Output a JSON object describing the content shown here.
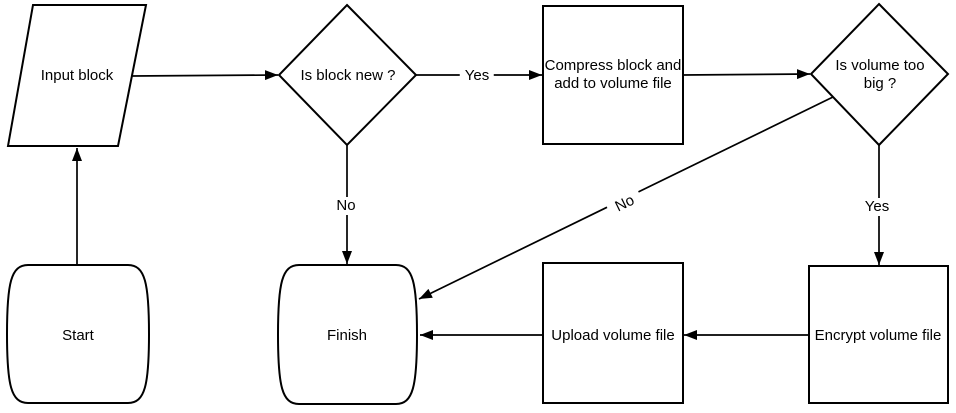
{
  "diagram": {
    "type": "flowchart",
    "background_color": "#ffffff",
    "stroke_color": "#000000",
    "nodes": [
      {
        "id": "input-block",
        "type": "parallelogram",
        "label": "Input block"
      },
      {
        "id": "is-block-new",
        "type": "decision",
        "label": "Is block new ?"
      },
      {
        "id": "compress-block",
        "type": "process",
        "label": "Compress block and add to volume file",
        "lines": [
          "Compress block and",
          "add to volume file"
        ]
      },
      {
        "id": "is-volume-too-big",
        "type": "decision",
        "label": "Is volume too big ?",
        "lines": [
          "Is volume too",
          "big ?"
        ]
      },
      {
        "id": "start",
        "type": "terminator",
        "label": "Start"
      },
      {
        "id": "finish",
        "type": "terminator",
        "label": "Finish"
      },
      {
        "id": "upload-volume-file",
        "type": "process",
        "label": "Upload volume file"
      },
      {
        "id": "encrypt-volume-file",
        "type": "process",
        "label": "Encrypt volume file"
      }
    ],
    "edges": [
      {
        "from": "start",
        "to": "input-block",
        "label": ""
      },
      {
        "from": "input-block",
        "to": "is-block-new",
        "label": ""
      },
      {
        "from": "is-block-new",
        "to": "compress-block",
        "label": "Yes"
      },
      {
        "from": "is-block-new",
        "to": "finish",
        "label": "No"
      },
      {
        "from": "compress-block",
        "to": "is-volume-too-big",
        "label": ""
      },
      {
        "from": "is-volume-too-big",
        "to": "encrypt-volume-file",
        "label": "Yes"
      },
      {
        "from": "is-volume-too-big",
        "to": "finish",
        "label": "No"
      },
      {
        "from": "encrypt-volume-file",
        "to": "upload-volume-file",
        "label": ""
      },
      {
        "from": "upload-volume-file",
        "to": "finish",
        "label": ""
      }
    ]
  }
}
